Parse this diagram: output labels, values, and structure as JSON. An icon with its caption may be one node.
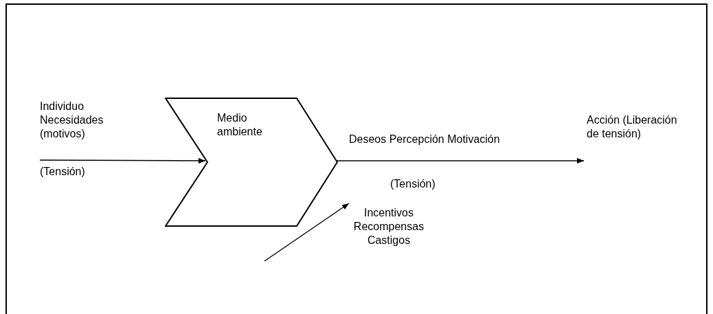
{
  "diagram": {
    "nodes": [
      {
        "text": [],
        "shape": "box"
      },
      {
        "text": [
          "Medio ambiente"
        ],
        "in": 0
      },
      {
        "text": [
          "Acción (Liberación de tensión)"
        ],
        "in": 0
      },
      {
        "text": [
          "Incentivos Recompensas Castigos"
        ],
        "in": 0
      }
    ],
    "edges": [
      {
        "from": null,
        "to": 1,
        "arrow": "to"
      },
      {
        "from": 1,
        "to": 2,
        "arrow": "to",
        "label": "Deseos Percepción Motivación"
      },
      {
        "from": null,
        "to": 3,
        "arrow": "to"
      }
    ],
    "labels": [
      "Individuo Necesidades (motivos)",
      "(Tensión)",
      "(Tensión)"
    ]
  }
}
